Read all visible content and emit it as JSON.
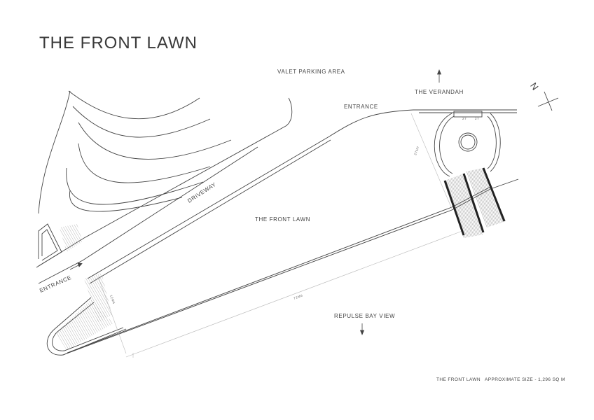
{
  "title": "THE FRONT LAWN",
  "labels": {
    "valet_parking": "VALET PARKING AREA",
    "verandah": "THE VERANDAH",
    "entrance_top": "ENTRANCE",
    "driveway": "DRIVEWAY",
    "front_lawn": "THE FRONT LAWN",
    "entrance_left": "ENTRANCE",
    "repulse_bay": "REPULSE BAY VIEW",
    "north": "N"
  },
  "dimensions": {
    "length": "72M6",
    "width_left": "12M6",
    "width_right": "27M7",
    "stair_a": "27",
    "stair_b": "27"
  },
  "footer": {
    "name": "THE FRONT LAWN",
    "size": "APPROXIMATE SIZE - 1,296 SQ M"
  }
}
